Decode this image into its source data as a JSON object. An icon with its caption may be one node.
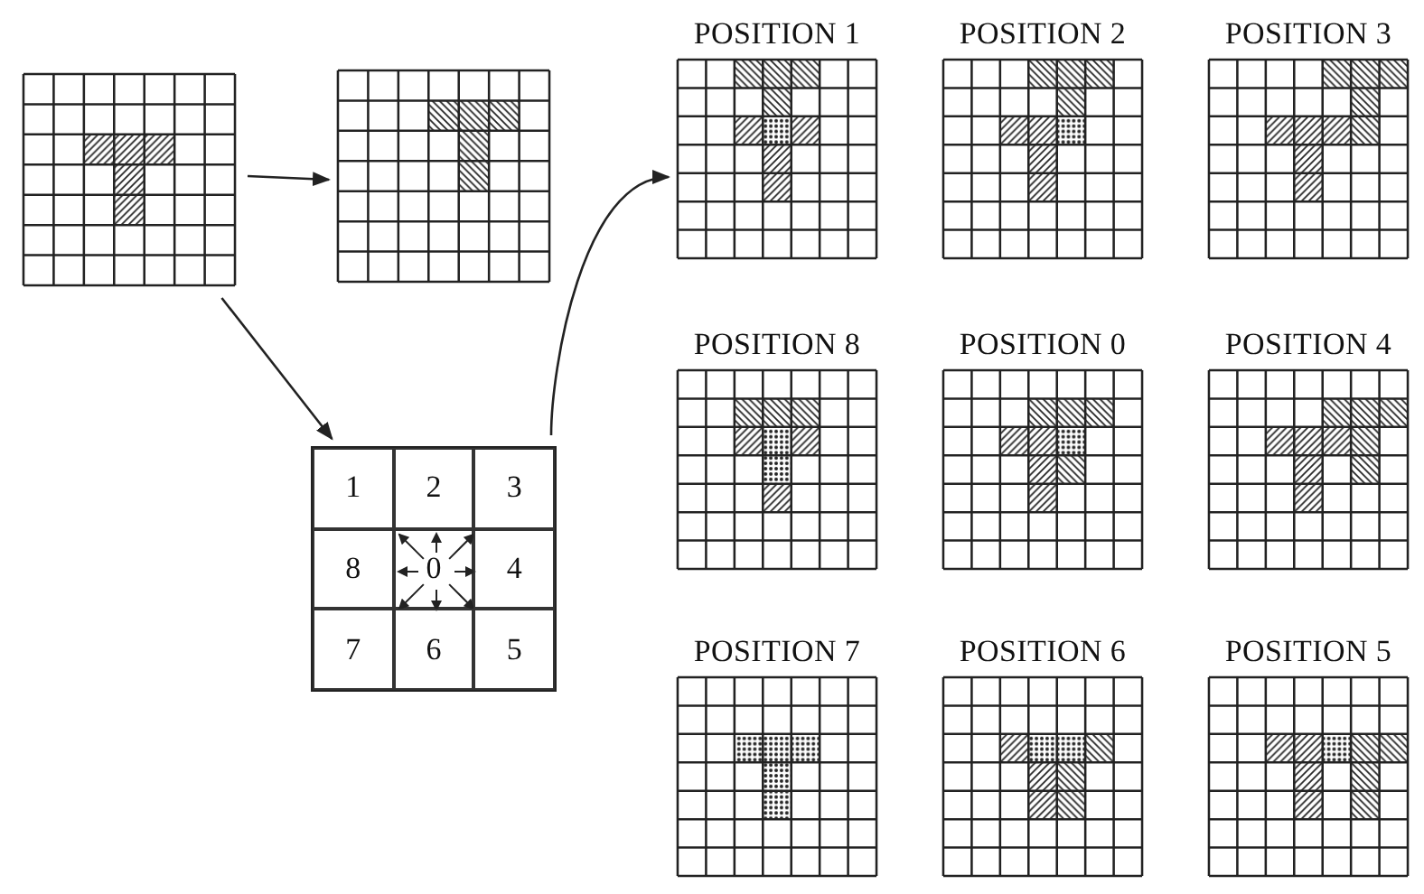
{
  "diagram": {
    "nodes": [
      {
        "text": [],
        "shape": "picture"
      },
      {
        "text": [],
        "shape": "picture"
      },
      {
        "text": [
          "1",
          "2",
          "3",
          "8",
          "0",
          "4",
          "7",
          "6",
          "5"
        ]
      },
      {
        "text": [
          "POSITION 1"
        ]
      },
      {
        "text": [
          "POSITION 2"
        ]
      },
      {
        "text": [
          "POSITION 3"
        ]
      },
      {
        "text": [
          "POSITION 8"
        ]
      },
      {
        "text": [
          "POSITION 0"
        ]
      },
      {
        "text": [
          "POSITION 4"
        ]
      },
      {
        "text": [
          "POSITION 7"
        ]
      },
      {
        "text": [
          "POSITION 6"
        ]
      },
      {
        "text": [
          "POSITION 5"
        ]
      }
    ],
    "edges": [
      {
        "from": 0,
        "to": 1,
        "arrow": "to"
      },
      {
        "from": 0,
        "to": 2,
        "arrow": "to"
      },
      {
        "from": 2,
        "to": 3,
        "arrow": "to"
      }
    ]
  }
}
